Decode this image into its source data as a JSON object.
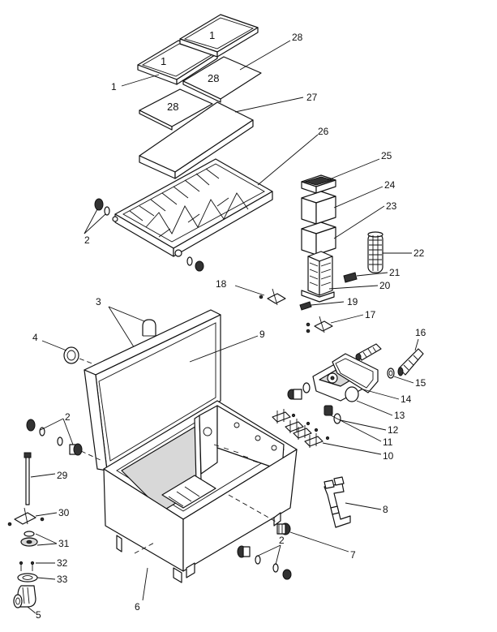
{
  "labels": {
    "n1": "1",
    "n2": "2",
    "n3": "3",
    "n4": "4",
    "n5": "5",
    "n6": "6",
    "n7": "7",
    "n8": "8",
    "n9": "9",
    "n10": "10",
    "n11": "11",
    "n12": "12",
    "n13": "13",
    "n14": "14",
    "n15": "15",
    "n16": "16",
    "n17": "17",
    "n18": "18",
    "n19": "19",
    "n20": "20",
    "n21": "21",
    "n22": "22",
    "n23": "23",
    "n24": "24",
    "n25": "25",
    "n26": "26",
    "n27": "27",
    "n28": "28",
    "n29": "29",
    "n30": "30",
    "n31": "31",
    "n32": "32",
    "n33": "33"
  }
}
